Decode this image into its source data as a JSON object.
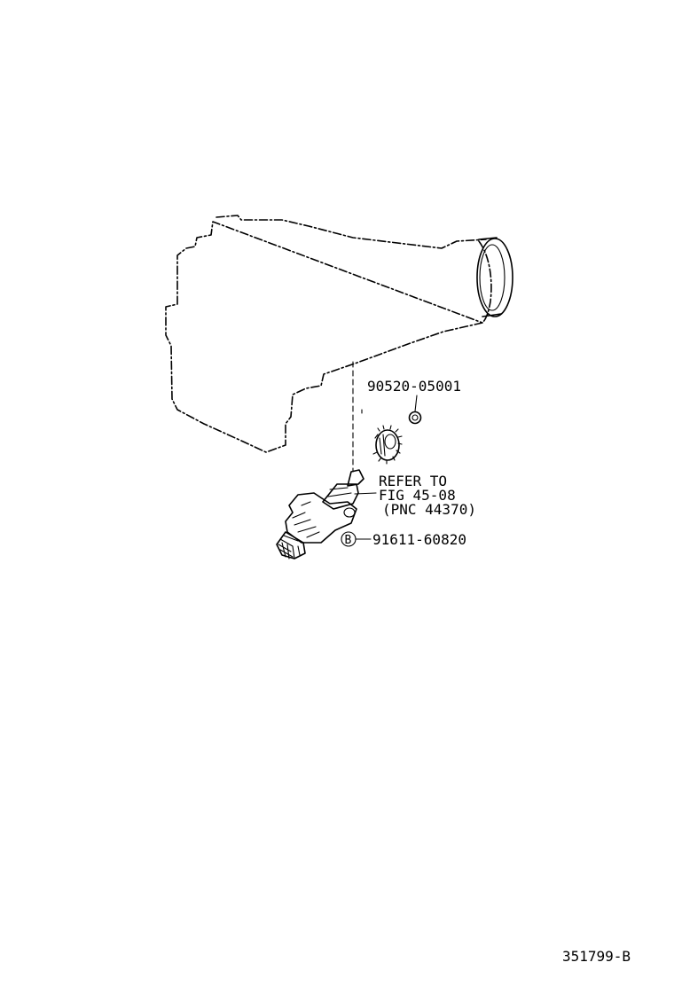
{
  "diagram": {
    "callouts": [
      {
        "part_number": "90520-05001",
        "target": "snap-ring"
      },
      {
        "part_number": "REFER TO",
        "target": "drive-gear"
      },
      {
        "part_number": "FIG 45-08",
        "target": "drive-gear"
      },
      {
        "part_number": "(PNC 44370)",
        "target": "drive-gear"
      },
      {
        "part_number": "91611-60820",
        "target": "bolt",
        "symbol": "B"
      }
    ],
    "figure_code": "351799-B"
  }
}
